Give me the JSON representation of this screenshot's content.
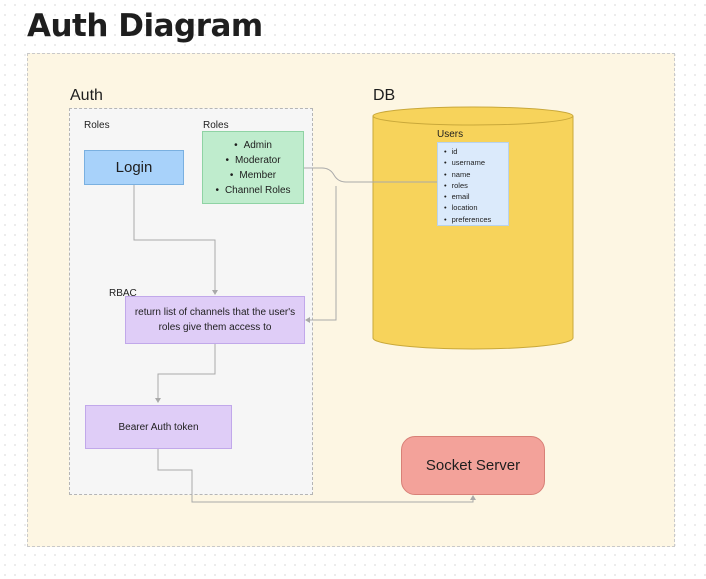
{
  "title": "Auth Diagram",
  "auth": {
    "label": "Auth",
    "roles_caption_left": "Roles",
    "roles_caption_right": "Roles",
    "login_label": "Login",
    "roles": [
      "Admin",
      "Moderator",
      "Member",
      "Channel Roles"
    ],
    "rbac_caption": "RBAC",
    "rbac_text": "return list of channels that the user's roles give them access to",
    "bearer_label": "Bearer Auth token"
  },
  "db": {
    "label": "DB",
    "table_caption": "Users",
    "fields": [
      "id",
      "username",
      "name",
      "roles",
      "email",
      "location",
      "preferences"
    ]
  },
  "socket": {
    "label": "Socket Server"
  },
  "colors": {
    "canvas": "#fdf6e3",
    "login": "#a8d2fa",
    "roles": "#bfeccd",
    "rbac": "#dfcdf7",
    "db": "#f7d35b",
    "users": "#dbeafb",
    "socket": "#f3a29a"
  }
}
